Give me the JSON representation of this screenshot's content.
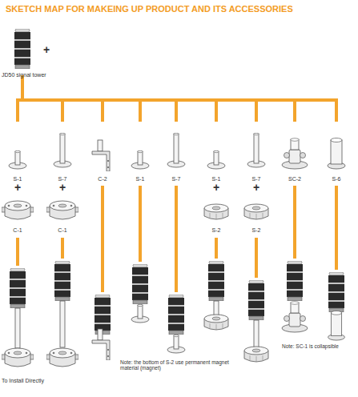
{
  "diagram": {
    "title": "SKETCH MAP FOR MAKEING UP PRODUCT AND ITS ACCESSORIES",
    "labels": [
      "+",
      "JD50 signal tower",
      "S-1",
      "S-7",
      "C-2",
      "S-1",
      "S-7",
      "S-1",
      "S-7",
      "SC-2",
      "S-6",
      "+",
      "+",
      "+",
      "+",
      "C-1",
      "C-1",
      "S-2",
      "S-2",
      "To Install Directly",
      "Note: the bottom of S-2 use permanent magnet material (magnet)",
      "Note: SC-1 is collapsible"
    ]
  }
}
